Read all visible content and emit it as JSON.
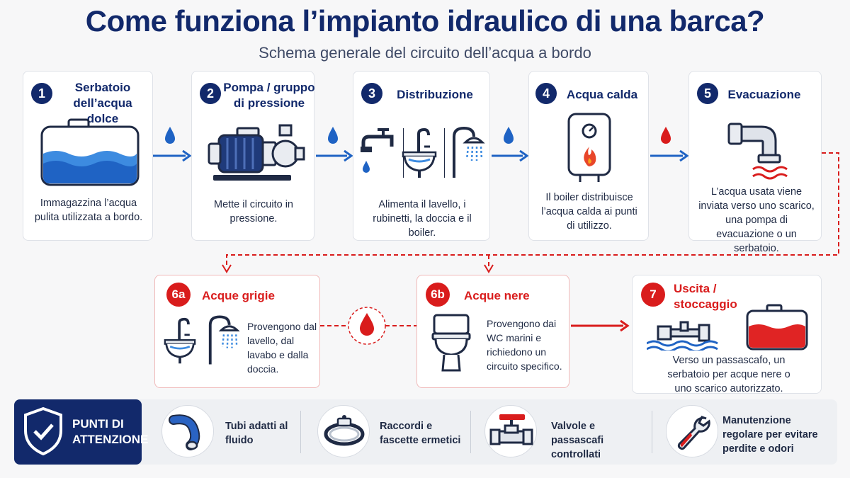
{
  "header": {
    "title": "Come funziona l’impianto idraulico di una barca?",
    "subtitle": "Schema generale del circuito dell’acqua a bordo"
  },
  "steps": [
    {
      "number": "1",
      "title": "Serbatoio dell’acqua dolce",
      "desc": "Immagazzina l’acqua pulita utilizzata a bordo."
    },
    {
      "number": "2",
      "title": "Pompa / gruppo di pressione",
      "desc": "Mette il circuito in pressione."
    },
    {
      "number": "3",
      "title": "Distribuzione",
      "desc": "Alimenta il lavello, i rubinetti, la doccia e il boiler."
    },
    {
      "number": "4",
      "title": "Acqua calda",
      "desc": "Il boiler distribuisce l’acqua calda ai punti di utilizzo."
    },
    {
      "number": "5",
      "title": "Evacuazione",
      "desc": "L’acqua usata viene inviata verso uno scarico, una pompa di evacuazione o un serbatoio."
    }
  ],
  "outputs": [
    {
      "number": "6a",
      "title": "Acque grigie",
      "desc": "Provengono dal lavello, dal lavabo e dalla doccia."
    },
    {
      "number": "6b",
      "title": "Acque nere",
      "desc": "Provengono dai WC marini e richiedono un circuito specifico."
    },
    {
      "number": "7",
      "title": "Uscita / stoccaggio",
      "desc": "Verso un passascafo, un serbatoio per acque nere o uno scarico autorizzato."
    }
  ],
  "attention": {
    "label": "PUNTI DI ATTENZIONE",
    "items": [
      {
        "icon": "hose-icon",
        "label": "Tubi adatti al fluido"
      },
      {
        "icon": "clamp-icon",
        "label": "Raccordi e fascette ermetici"
      },
      {
        "icon": "valve-icon",
        "label": "Valvole e passascafi controllati"
      },
      {
        "icon": "wrench-icon",
        "label": "Manutenzione regolare per evitare perdite e odori"
      }
    ]
  },
  "colors": {
    "navy": "#12296b",
    "blue": "#1f63c4",
    "water": "#2f80d8",
    "red": "#d91c1c"
  }
}
